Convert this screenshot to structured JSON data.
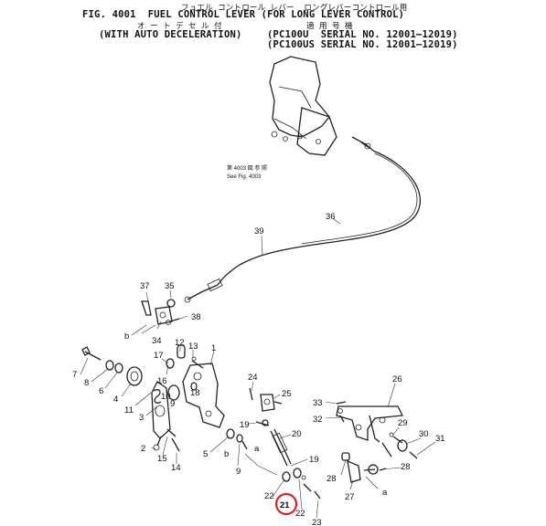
{
  "header": {
    "jp_title": "フュエル コントロール レバー  ロングレバーコントロール用",
    "fig_line": "FIG. 4001  FUEL CONTROL LEVER (FOR LONG LEVER CONTROL)",
    "jp_sub1": "オ ー ト デ セ ル 付",
    "jp_sub2": "適 用 号 機",
    "line3_left": "(WITH AUTO DECELERATION)",
    "line3_right": "(PC100U  SERIAL NO. 12001—12019)",
    "line4_right": "(PC100US SERIAL NO. 12001—12019)"
  },
  "reference": {
    "jp": "第 4003 図 参 照",
    "en": "See Fig. 4003"
  },
  "callouts": {
    "p1": "1",
    "p2": "2",
    "p3": "3",
    "p4": "4",
    "p5": "5",
    "p6": "6",
    "p7": "7",
    "p8": "8",
    "p9": "9",
    "p10": "10",
    "p11": "11",
    "p12": "12",
    "p13": "13",
    "p14": "14",
    "p15": "15",
    "p16": "16",
    "p17": "17",
    "p18": "18",
    "p19a": "19",
    "p19b": "19",
    "p20": "20",
    "p21": "21",
    "p22a": "22",
    "p22b": "22",
    "p23": "23",
    "p24": "24",
    "p25": "25",
    "p26": "26",
    "p27": "27",
    "p28a": "28",
    "p28b": "28",
    "p29": "29",
    "p30": "30",
    "p31": "31",
    "p32": "32",
    "p33": "33",
    "p34": "34",
    "p35": "35",
    "p36": "36",
    "p37": "37",
    "p38": "38",
    "p39": "39",
    "ref_a1": "a",
    "ref_a2": "a",
    "ref_b1": "b",
    "ref_b2": "b"
  },
  "highlight": {
    "part": "21",
    "color": "#e02020"
  }
}
